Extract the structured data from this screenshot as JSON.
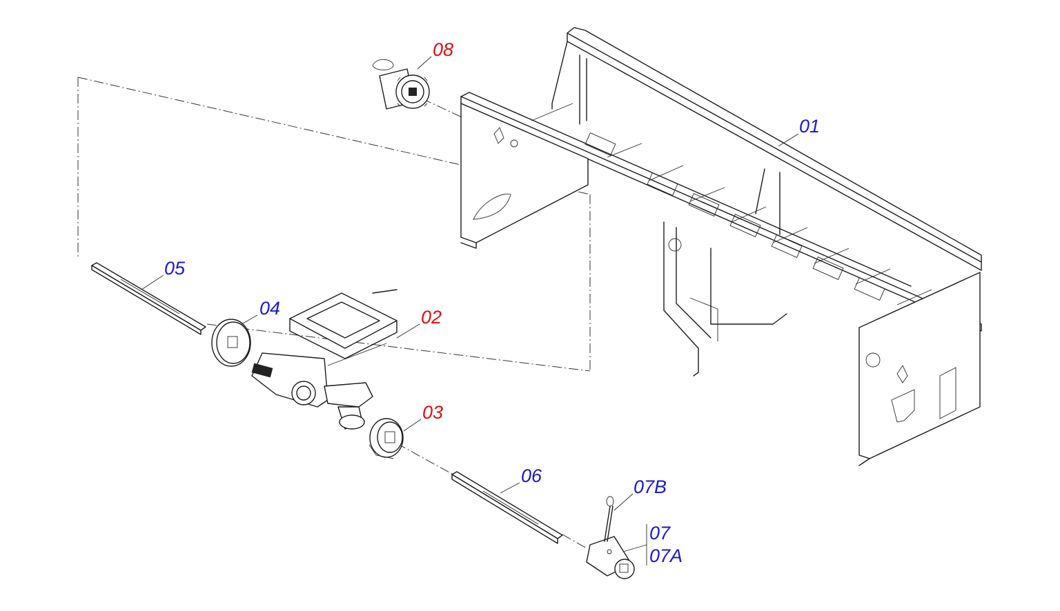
{
  "parts": [
    {
      "id": "08",
      "label": "08",
      "color": "#e01010"
    },
    {
      "id": "01",
      "label": "01",
      "color": "#1a1acc"
    },
    {
      "id": "05",
      "label": "05",
      "color": "#1a1acc"
    },
    {
      "id": "04",
      "label": "04",
      "color": "#1a1acc"
    },
    {
      "id": "02",
      "label": "02",
      "color": "#e01010"
    },
    {
      "id": "03",
      "label": "03",
      "color": "#e01010"
    },
    {
      "id": "06",
      "label": "06",
      "color": "#1a1acc"
    },
    {
      "id": "07B",
      "label": "07B",
      "color": "#1a1acc"
    },
    {
      "id": "07",
      "label": "07",
      "color": "#1a1acc"
    },
    {
      "id": "07A",
      "label": "07A",
      "color": "#1a1acc"
    }
  ]
}
